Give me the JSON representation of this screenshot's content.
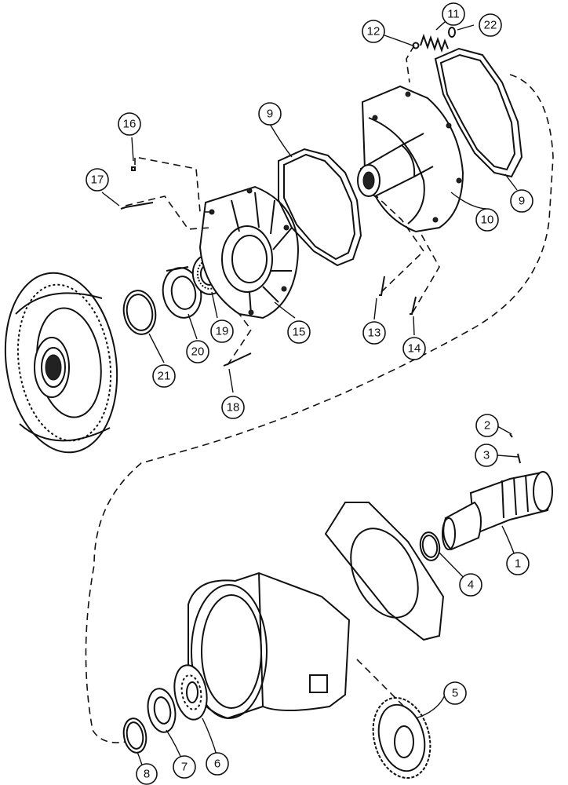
{
  "callouts": [
    {
      "id": "c1",
      "label": "1"
    },
    {
      "id": "c2",
      "label": "2"
    },
    {
      "id": "c3",
      "label": "3"
    },
    {
      "id": "c4",
      "label": "4"
    },
    {
      "id": "c5",
      "label": "5"
    },
    {
      "id": "c6",
      "label": "6"
    },
    {
      "id": "c7",
      "label": "7"
    },
    {
      "id": "c8",
      "label": "8"
    },
    {
      "id": "c9a",
      "label": "9"
    },
    {
      "id": "c9b",
      "label": "9"
    },
    {
      "id": "c10",
      "label": "10"
    },
    {
      "id": "c11",
      "label": "11"
    },
    {
      "id": "c12",
      "label": "12"
    },
    {
      "id": "c13",
      "label": "13"
    },
    {
      "id": "c14",
      "label": "14"
    },
    {
      "id": "c15",
      "label": "15"
    },
    {
      "id": "c16",
      "label": "16"
    },
    {
      "id": "c17",
      "label": "17"
    },
    {
      "id": "c18",
      "label": "18"
    },
    {
      "id": "c19",
      "label": "19"
    },
    {
      "id": "c20",
      "label": "20"
    },
    {
      "id": "c21",
      "label": "21"
    },
    {
      "id": "c22",
      "label": "22"
    }
  ]
}
